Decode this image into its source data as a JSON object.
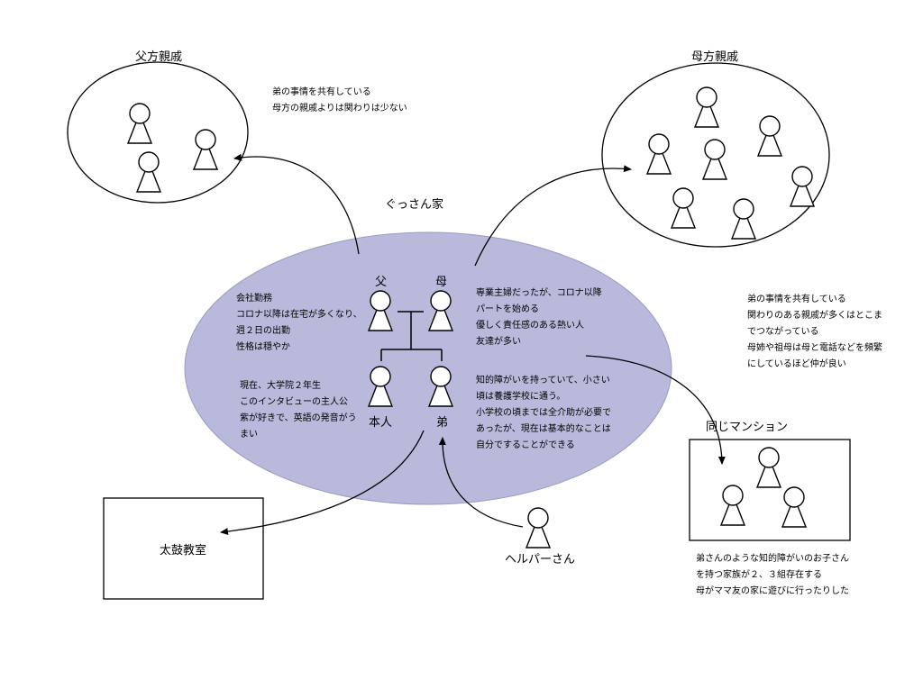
{
  "colors": {
    "family_fill": "#b9b9dc",
    "stroke": "#000000"
  },
  "paternal": {
    "title": "父方親戚",
    "note": [
      "弟の事情を共有している",
      "母方の親戚よりは関わりは少ない"
    ]
  },
  "maternal": {
    "title": "母方親戚",
    "note": [
      "弟の事情を共有している",
      "関わりのある親戚が多くはとこま",
      "でつながっている",
      "母姉や祖母は母と電話などを頻繁",
      "にしているほど仲が良い"
    ]
  },
  "family": {
    "title": "ぐっさん家",
    "father": {
      "label": "父",
      "note": [
        "会社勤務",
        "コロナ以降は在宅が多くなり、",
        "週２日の出勤",
        "性格は穏やか"
      ]
    },
    "mother": {
      "label": "母",
      "note": [
        "専業主婦だったが、コロナ以降",
        "パートを始める",
        "優しく責任感のある熱い人",
        "友達が多い"
      ]
    },
    "self": {
      "label": "本人",
      "note": [
        "現在、大学院２年生",
        "このインタビューの主人公",
        "紫が好きで、英語の発音がう",
        "まい"
      ]
    },
    "brother": {
      "label": "弟",
      "note": [
        "知的障がいを持っていて、小さい",
        "頃は養護学校に通う。",
        "小学校の頃までは全介助が必要で",
        "あったが、現在は基本的なことは",
        "自分ですることができる"
      ]
    }
  },
  "mansion": {
    "title": "同じマンション",
    "note": [
      "弟さんのような知的障がいのお子さん",
      "を持つ家族が２、３組存在する",
      "母がママ友の家に遊びに行ったりした"
    ]
  },
  "taiko": {
    "title": "太鼓教室"
  },
  "helper": {
    "label": "ヘルパーさん"
  }
}
